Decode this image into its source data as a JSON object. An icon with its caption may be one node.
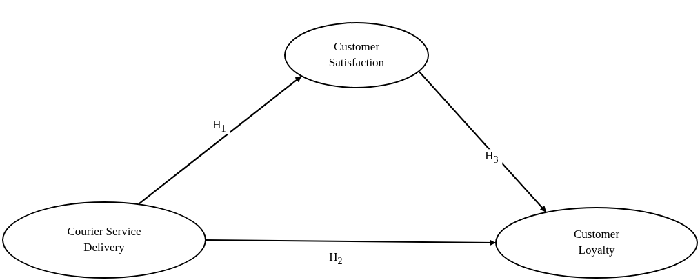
{
  "diagram": {
    "nodes": [
      {
        "text": [
          "Customer Satisfaction"
        ]
      },
      {
        "text": [
          "Courier Service Delivery"
        ]
      },
      {
        "text": [
          "Customer Loyalty"
        ]
      }
    ],
    "edges": [
      {
        "from": 1,
        "to": 0,
        "arrow": "to",
        "label": "H$_{1}$"
      },
      {
        "from": 1,
        "to": 2,
        "arrow": "to",
        "label": "H$_{2}$"
      },
      {
        "from": 0,
        "to": 2,
        "arrow": "to",
        "label": "H$_{3}$"
      }
    ]
  }
}
